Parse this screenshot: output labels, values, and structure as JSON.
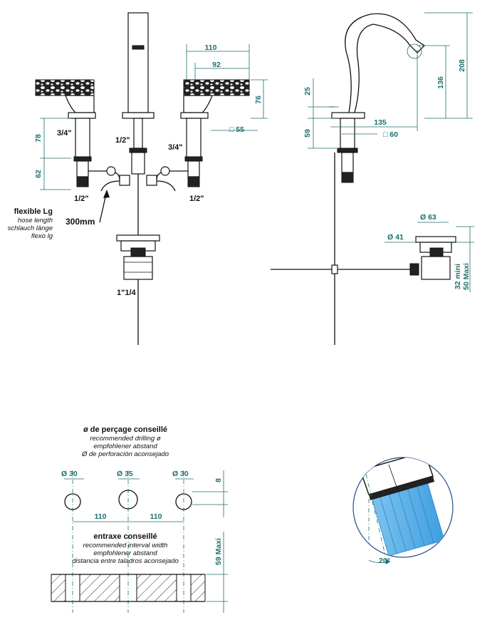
{
  "front_view": {
    "dims": {
      "w110": "110",
      "w92": "92",
      "h76": "76",
      "sq55": "□ 55",
      "h78": "78",
      "h62": "62",
      "thread_left_top": "3/4\"",
      "thread_right_top": "3/4\"",
      "thread_center": "1/2\"",
      "thread_left_bottom": "1/2\"",
      "thread_right_bottom": "1/2\"",
      "hose_len": "300mm",
      "waste": "1\"1/4"
    },
    "hose_label": {
      "title": "flexible Lg",
      "line1": "hose length",
      "line2": "schlauch länge",
      "line3": "flexo lg"
    }
  },
  "side_view": {
    "dims": {
      "h208": "208",
      "h136": "136",
      "h25": "25",
      "h59": "59",
      "w135": "135",
      "sq60": "□ 60"
    }
  },
  "waste_detail": {
    "dims": {
      "d63": "Ø 63",
      "d41": "Ø 41",
      "mini": "32 mini",
      "maxi": "50 Maxi"
    }
  },
  "drilling": {
    "title": "ø de perçage conseillé",
    "line1": "recommended drilling ø",
    "line2": "empfohlener abstand",
    "line3": "Ø de perforación aconsejado",
    "d_left": "Ø 30",
    "d_center": "Ø 35",
    "d_right": "Ø 30",
    "offset": "8",
    "spacing_left": "110",
    "spacing_right": "110"
  },
  "interval": {
    "title": "entraxe conseillé",
    "line1": "recommended interval width",
    "line2": "empfohlener abstand",
    "line3": "distancia entre taladros aconsejado",
    "maxi": "59 Maxi"
  },
  "spray_detail": {
    "angle": "20°"
  },
  "colors": {
    "dimension": "#1d6e6e",
    "water": "#5aaee8",
    "ink": "#111111"
  }
}
